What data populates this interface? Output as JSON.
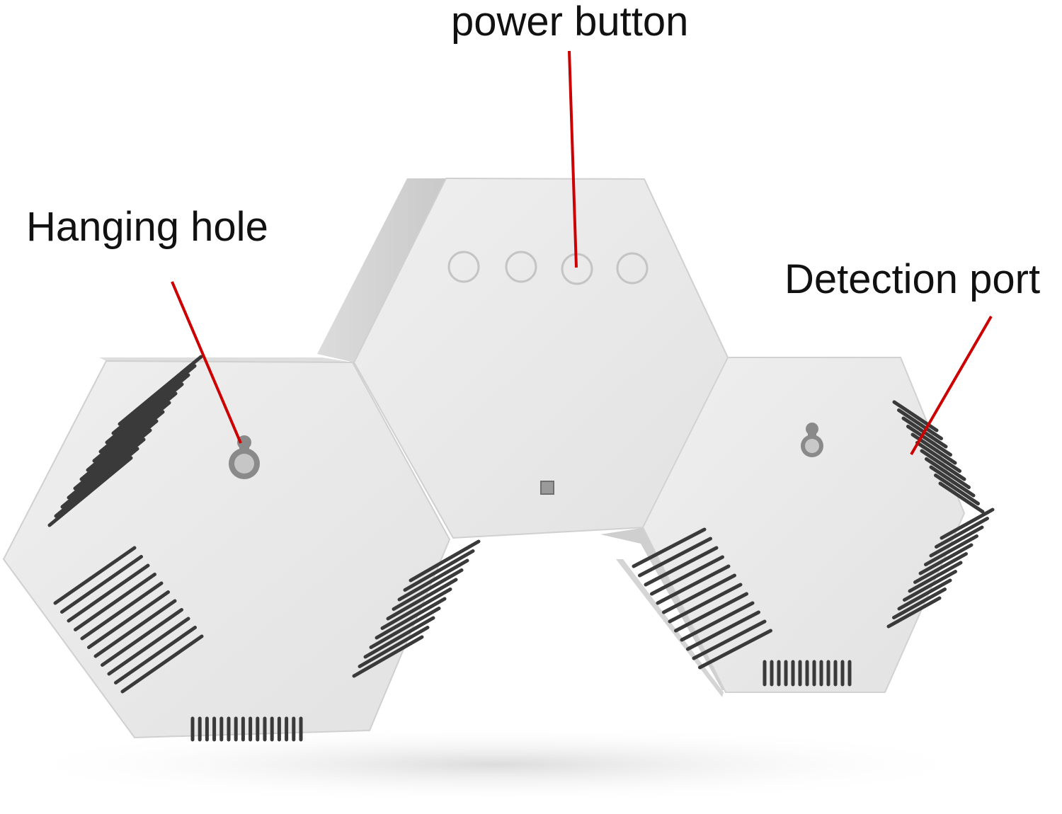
{
  "labels": {
    "power_button": "power button",
    "hanging_hole": "Hanging hole",
    "detection_port": "Detection port"
  },
  "colors": {
    "background": "#ffffff",
    "device_face": "#e9e9e9",
    "device_side": "#d3d3d3",
    "device_shadow": "#bdbdbd",
    "vent": "#3a3a3a",
    "leader_line": "#cc0000",
    "label_text": "#111111"
  },
  "device": {
    "modules": [
      "center-hexagon-module",
      "left-hexagon-module",
      "right-hexagon-module"
    ],
    "buttons_count": 4
  }
}
